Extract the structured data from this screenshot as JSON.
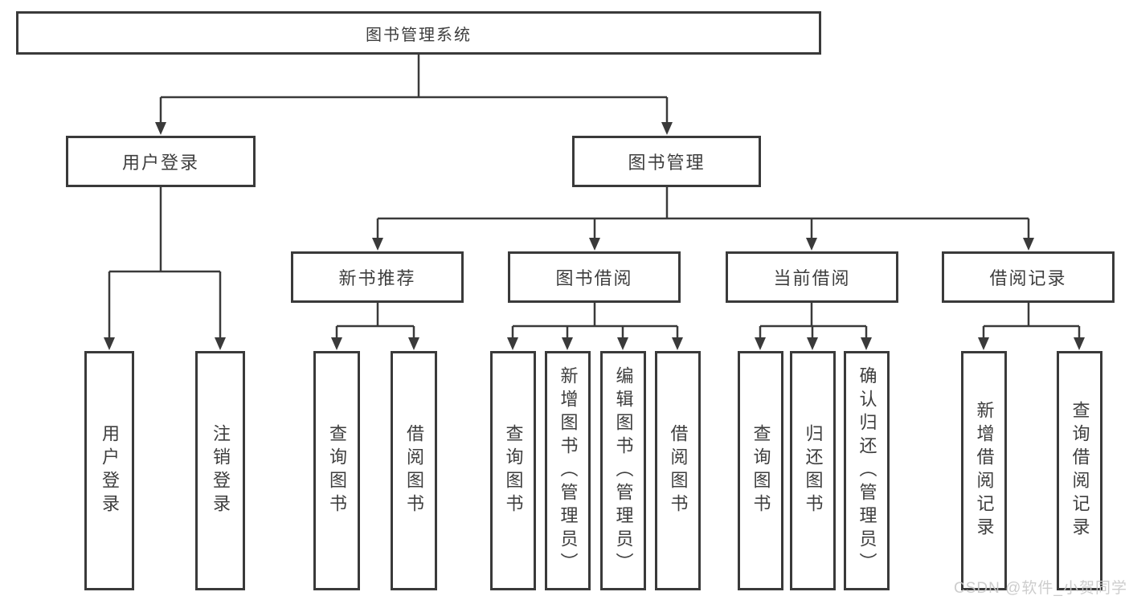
{
  "tree": {
    "label": "图书管理系统",
    "children": [
      {
        "label": "用户登录",
        "children": [
          {
            "label": "用户登录"
          },
          {
            "label": "注销登录"
          }
        ]
      },
      {
        "label": "图书管理",
        "children": [
          {
            "label": "新书推荐",
            "children": [
              {
                "label": "查询图书"
              },
              {
                "label": "借阅图书"
              }
            ]
          },
          {
            "label": "图书借阅",
            "children": [
              {
                "label": "查询图书"
              },
              {
                "label": "新增图书（管理员）"
              },
              {
                "label": "编辑图书（管理员）"
              },
              {
                "label": "借阅图书"
              }
            ]
          },
          {
            "label": "当前借阅",
            "children": [
              {
                "label": "查询图书"
              },
              {
                "label": "归还图书"
              },
              {
                "label": "确认归还（管理员）"
              }
            ]
          },
          {
            "label": "借阅记录",
            "children": [
              {
                "label": "新增借阅记录"
              },
              {
                "label": "查询借阅记录"
              }
            ]
          }
        ]
      }
    ]
  },
  "watermark": {
    "text": "CSDN @软件_小贺同学"
  },
  "style": {
    "line_color": "#3a3a3a",
    "box_border_color": "#3a3a3a",
    "text_color": "#3e3e3e",
    "watermark_color": "#c9c9c9",
    "background": "#ffffff"
  }
}
